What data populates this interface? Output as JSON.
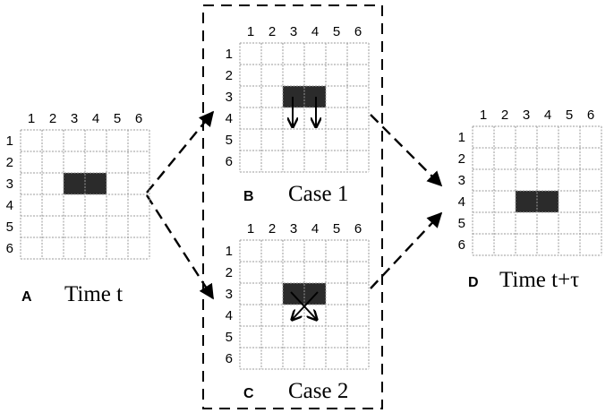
{
  "grid": {
    "column_labels": [
      "1",
      "2",
      "3",
      "4",
      "5",
      "6"
    ],
    "row_labels": [
      "1",
      "2",
      "3",
      "4",
      "5",
      "6"
    ]
  },
  "panels": {
    "A": {
      "letter": "A",
      "caption": "Time t",
      "block_row": 3,
      "block_cols": [
        3,
        4
      ]
    },
    "B": {
      "letter": "B",
      "caption": "Case 1",
      "block_row": 3,
      "block_cols": [
        3,
        4
      ],
      "motion": "down"
    },
    "C": {
      "letter": "C",
      "caption": "Case 2",
      "block_row": 3,
      "block_cols": [
        3,
        4
      ],
      "motion": "diagonal-cross"
    },
    "D": {
      "letter": "D",
      "caption": "Time t+τ",
      "block_row": 4,
      "block_cols": [
        3,
        4
      ]
    }
  },
  "colors": {
    "block": "#2b2b2b",
    "grid_line": "#9a9a9a",
    "ink": "#000000"
  }
}
